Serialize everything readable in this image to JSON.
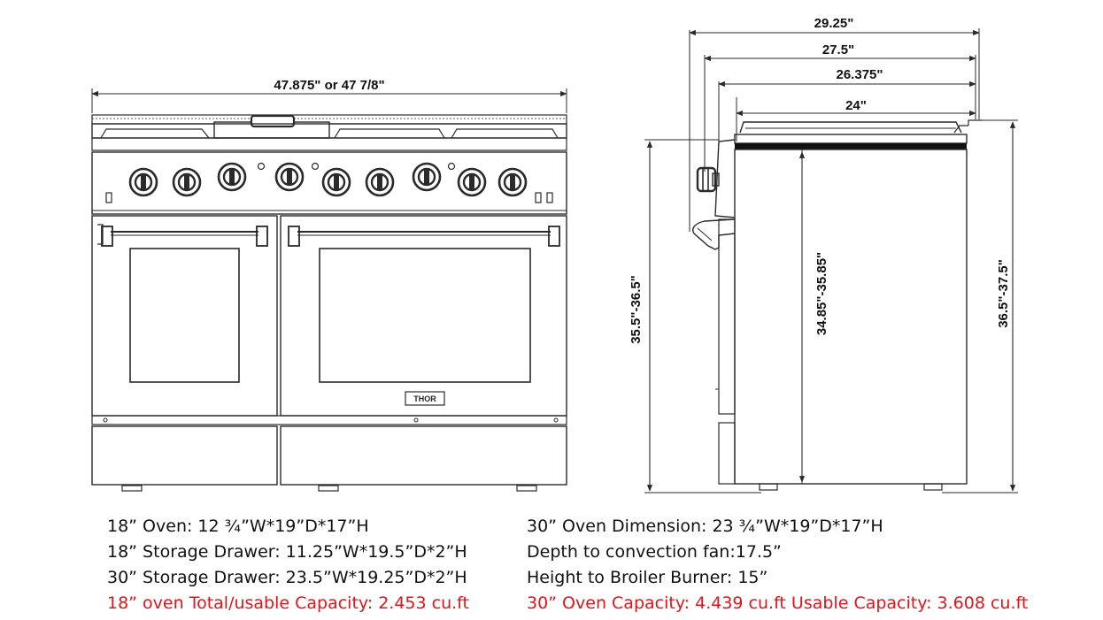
{
  "dimensions": {
    "front_width": "47.875\" or 47 7/8\"",
    "depth_1": "29.25\"",
    "depth_2": "27.5\"",
    "depth_3": "26.375\"",
    "depth_4": "24\"",
    "height_left": "35.5\"-36.5\"",
    "height_middle": "34.85\"-35.85\"",
    "height_right": "36.5\"-37.5\""
  },
  "brand_label": "THOR",
  "specs_left": [
    "18” Oven: 12 ¾”W*19”D*17”H",
    "18” Storage Drawer: 11.25”W*19.5”D*2”H",
    "30” Storage Drawer: 23.5”W*19.25”D*2”H",
    "18” oven Total/usable Capacity: 2.453 cu.ft"
  ],
  "specs_right": [
    "30” Oven Dimension: 23 ¾”W*19”D*17”H",
    "Depth to convection fan:17.5”",
    "Height to Broiler Burner: 15”",
    "30” Oven Capacity: 4.439 cu.ft Usable Capacity: 3.608 cu.ft"
  ],
  "colors": {
    "line": "#2a2a2a",
    "highlight": "#e0141b"
  }
}
